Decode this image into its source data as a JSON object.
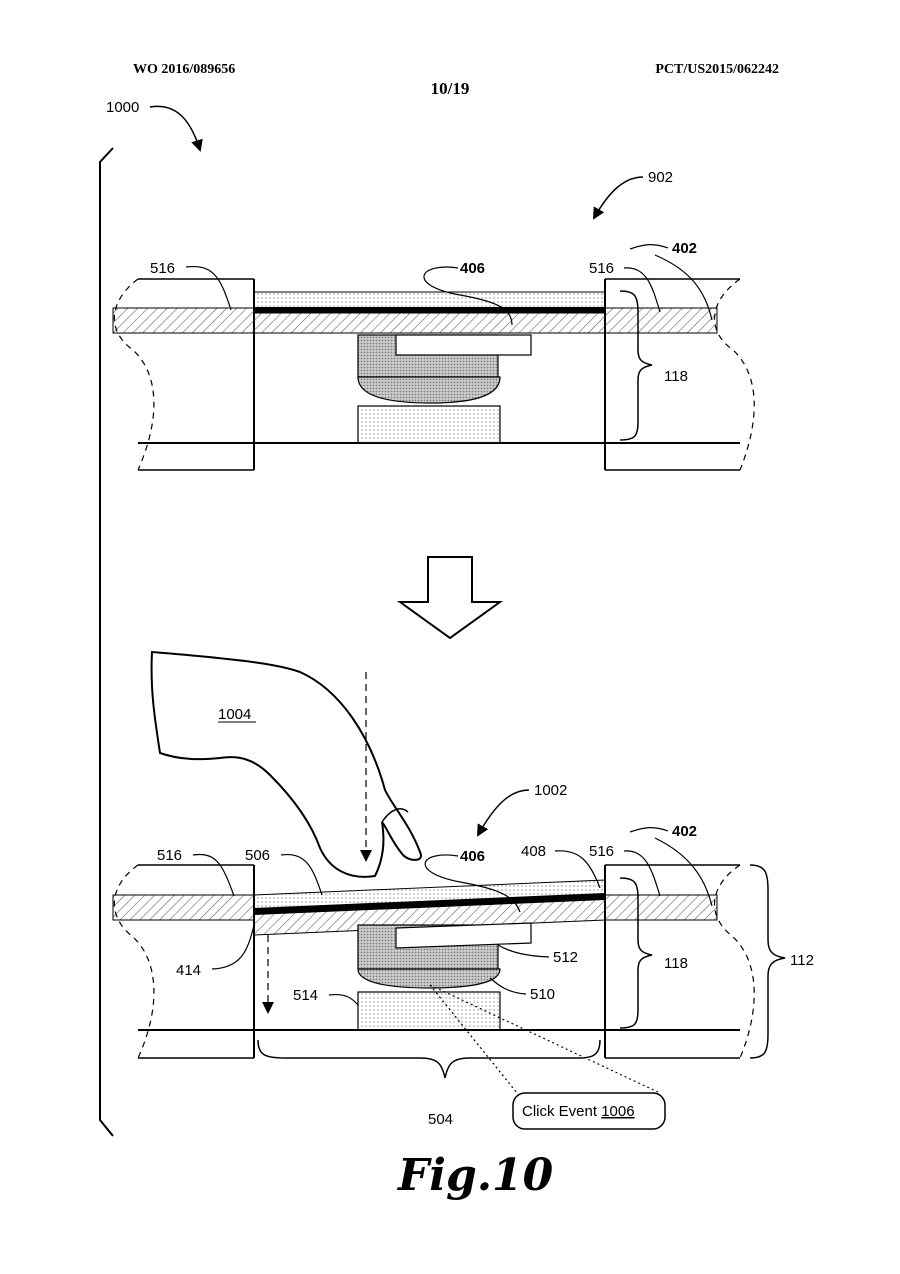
{
  "header": {
    "left": "WO 2016/089656",
    "center": "10/19",
    "right": "PCT/US2015/062242"
  },
  "figure": {
    "ref": "1000",
    "caption": "Fig.10"
  },
  "top_view": {
    "ref": "902",
    "labels": {
      "left_516": "516",
      "center_406": "406",
      "right_516": "516",
      "ref_402": "402",
      "ref_118": "118"
    }
  },
  "bottom_view": {
    "ref": "1002",
    "finger": "1004",
    "labels": {
      "left_516": "516",
      "ref_506": "506",
      "center_406": "406",
      "ref_408": "408",
      "right_516": "516",
      "ref_402": "402",
      "ref_414": "414",
      "ref_512": "512",
      "ref_514": "514",
      "ref_510": "510",
      "ref_118": "118",
      "ref_112": "112",
      "ref_504": "504"
    },
    "click_event": {
      "text": "Click Event",
      "ref": "1006"
    }
  }
}
